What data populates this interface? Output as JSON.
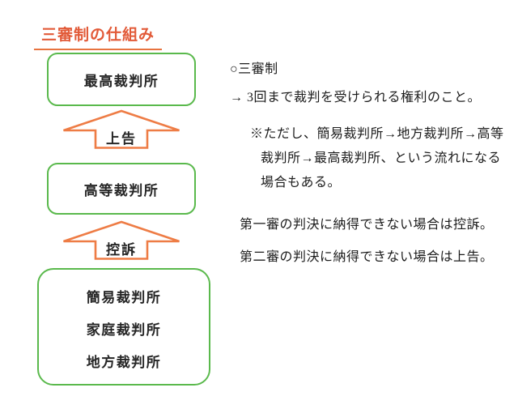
{
  "colors": {
    "title_orange": "#e25a38",
    "underline_orange": "#e8733f",
    "arrow_orange": "#ee7c45",
    "green": "#5ab94c",
    "ink": "#262626",
    "note_ink": "#1c1c1c"
  },
  "diagram": {
    "title": "三審制の仕組み",
    "boxes": [
      {
        "id": "supreme-court",
        "lines": [
          "最高裁判所"
        ]
      },
      {
        "id": "high-court",
        "lines": [
          "高等裁判所"
        ]
      },
      {
        "id": "lower-courts",
        "lines": [
          "簡易裁判所",
          "家庭裁判所",
          "地方裁判所"
        ]
      }
    ],
    "arrows": [
      {
        "id": "jokoku",
        "label": "上告"
      },
      {
        "id": "koso",
        "label": "控訴"
      }
    ]
  },
  "notes": {
    "heading": "○三審制",
    "definition": "→ 3回まで裁判を受けられる権利のこと。",
    "caveat_lines": [
      "※ただし、簡易裁判所→地方裁判所→高等",
      "裁判所→最高裁判所、という流れになる",
      "場合もある。"
    ],
    "point_koso": "第一審の判決に納得できない場合は控訴。",
    "point_jokoku": "第二審の判決に納得できない場合は上告。"
  }
}
